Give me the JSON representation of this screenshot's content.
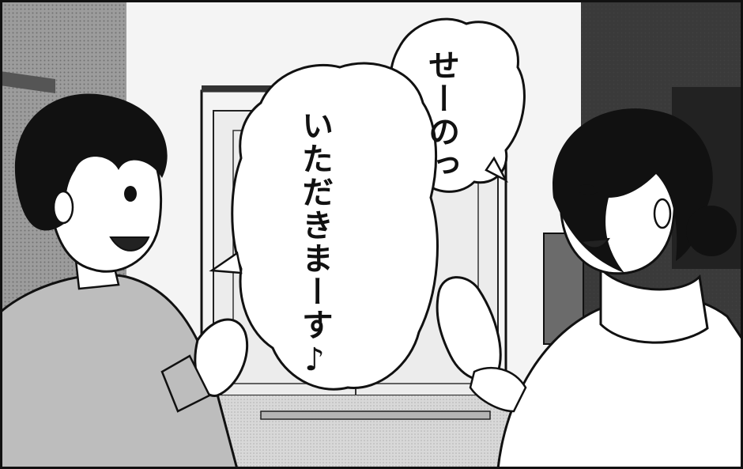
{
  "panel": {
    "speech_bubbles": [
      {
        "text": "せーのっ"
      },
      {
        "text": "いただきまーす♪"
      }
    ],
    "characters": [
      {
        "role": "boy"
      },
      {
        "role": "woman"
      }
    ],
    "colors": {
      "ink": "#111111",
      "paper": "#ffffff",
      "tone_light": "#d8d8d8",
      "tone_mid": "#a9a9a9",
      "tone_dark": "#3a3a3a"
    }
  }
}
